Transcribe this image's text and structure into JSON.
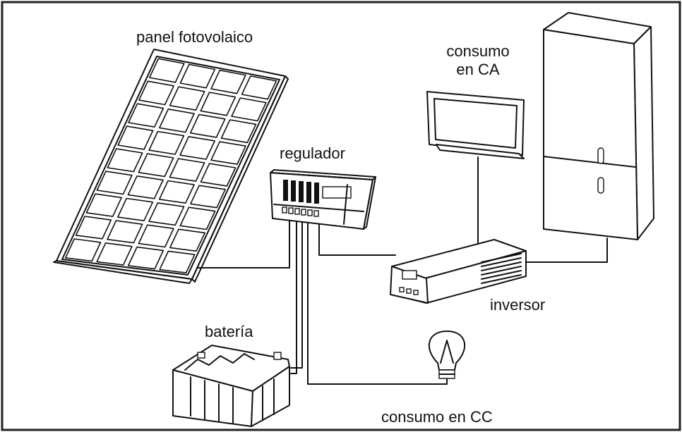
{
  "labels": {
    "panel": "panel fotovolaico",
    "consumo_ca_line1": "consumo",
    "consumo_ca_line2": "en CA",
    "regulador": "regulador",
    "inversor": "inversor",
    "bateria": "batería",
    "consumo_cc": "consumo en CC"
  },
  "colors": {
    "stroke": "#111111",
    "fill": "#ffffff",
    "frame": "#222222"
  }
}
